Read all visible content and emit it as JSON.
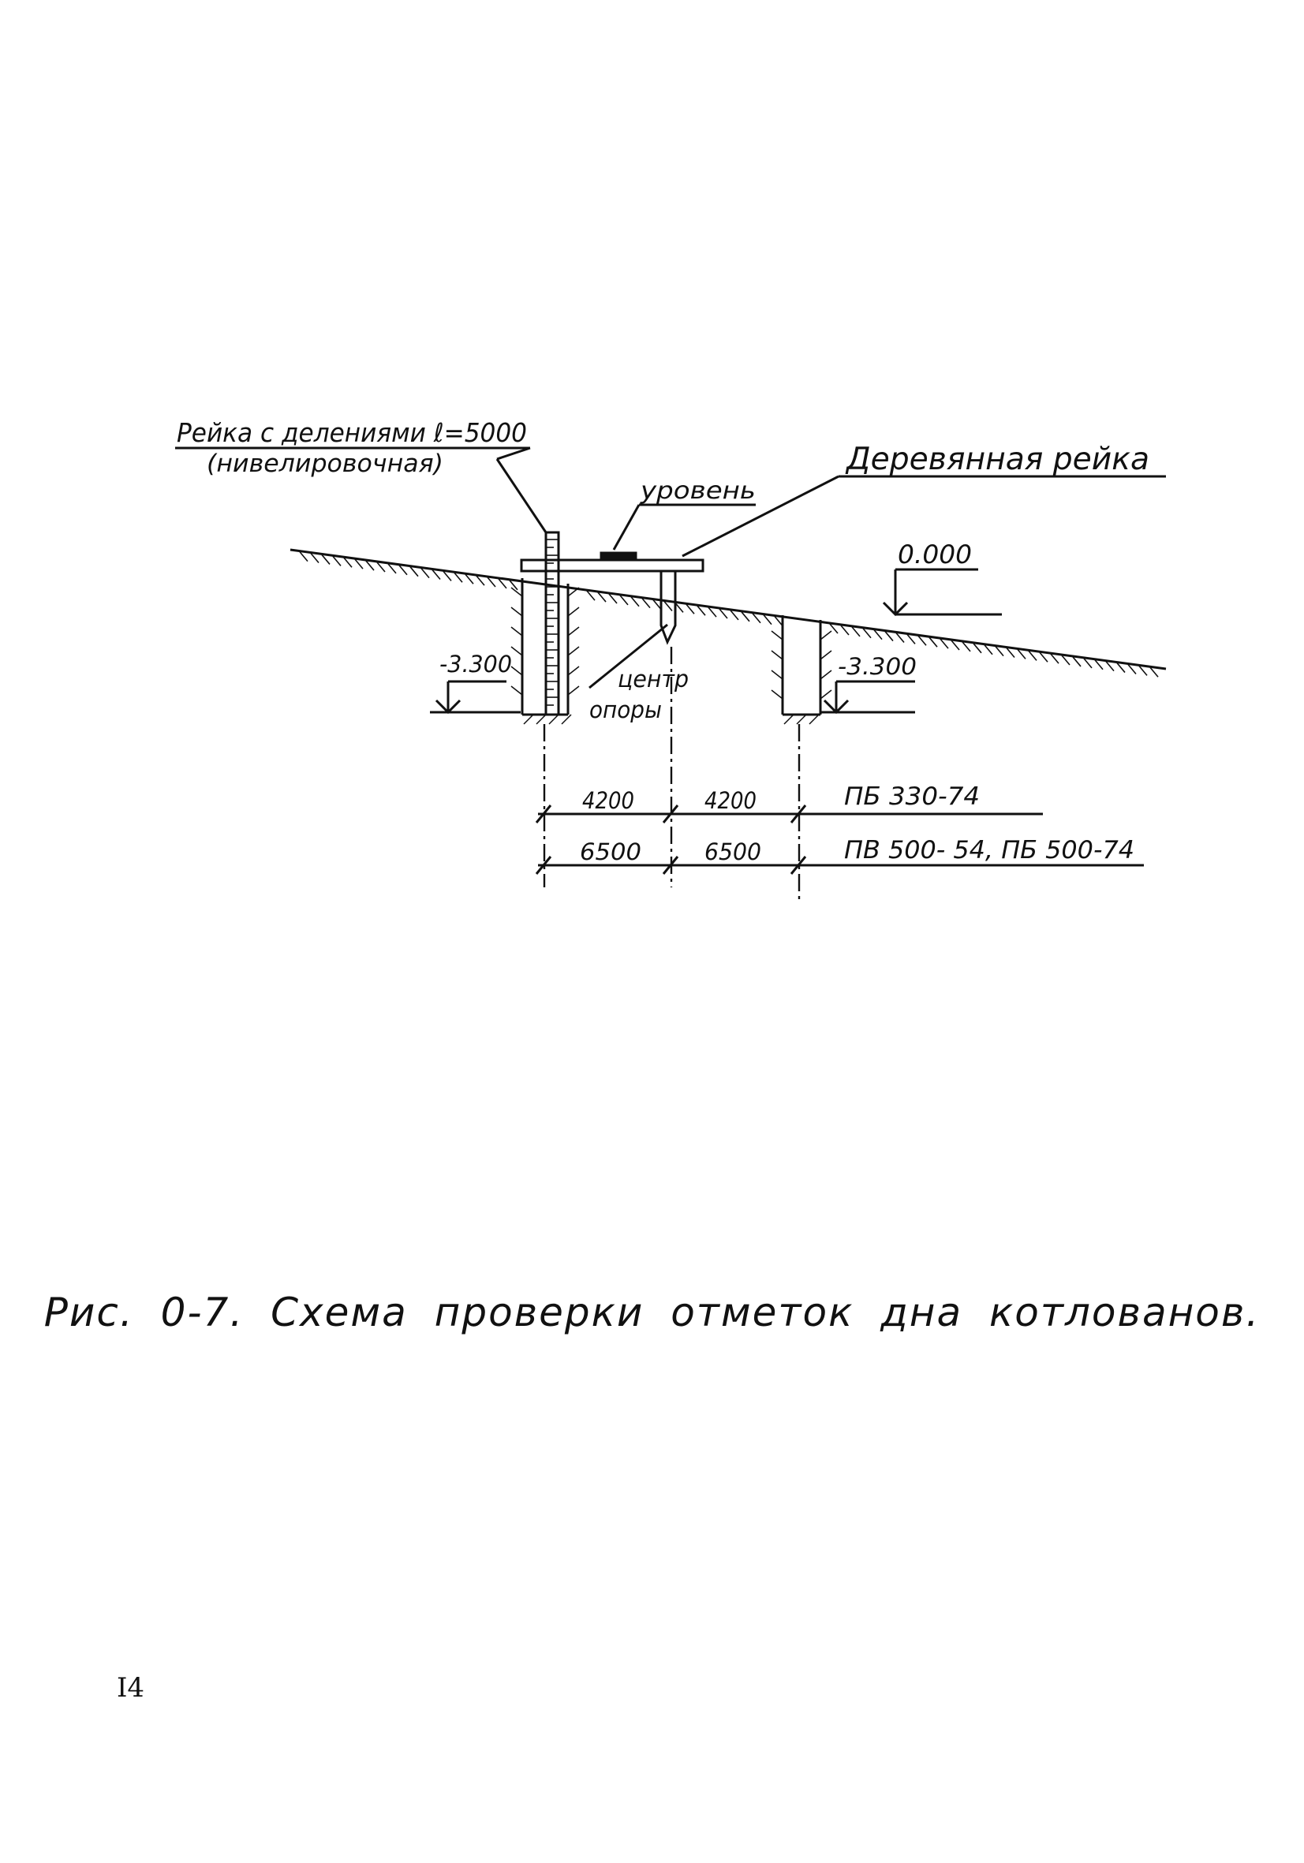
{
  "labels": {
    "staff": "Рейка с делениями ℓ=5000",
    "staff_note": "(нивелировочная)",
    "wooden": "Деревянная рейка",
    "level": "уровень",
    "zero": "0.000",
    "depth_left": "-3.300",
    "depth_right": "-3.300",
    "center_1": "центр",
    "center_2": "опоры"
  },
  "dimensions": {
    "row1": {
      "a": "4200",
      "b": "4200",
      "mark": "ПБ 330-74"
    },
    "row2": {
      "a": "6500",
      "b": "6500",
      "mark": "ПВ 500- 54, ПБ 500-74"
    }
  },
  "caption": "Рис. 0-7. Схема проверки отметок дна котлованов.",
  "page_number": "I4"
}
